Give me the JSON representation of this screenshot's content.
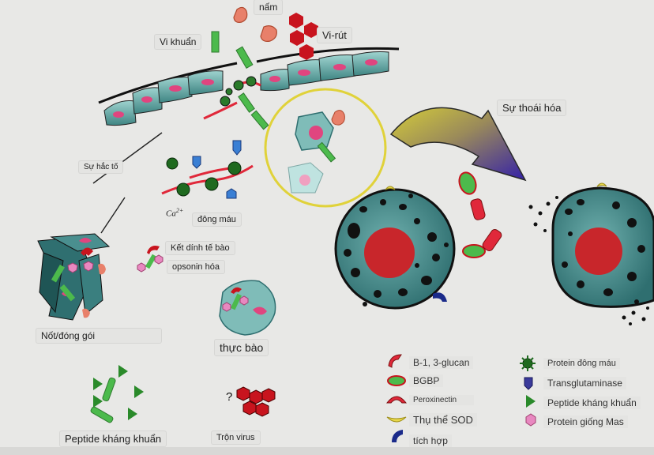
{
  "labels": {
    "fungi": "nấm",
    "bacteria": "Vi khuẩn",
    "virus": "Vi-rút",
    "degradation": "Sự thoái hóa",
    "melanization": "Sự hắc tố",
    "coagulation": "đông máu",
    "calcium": "Ca",
    "calcium_sup": "2+",
    "cell_adhesion": "Kết dính tế bào",
    "opsonization": "opsonin hóa",
    "nodule": "Nốt/đóng gói",
    "phagocytosis": "thực bào",
    "amp": "Peptide kháng khuẩn",
    "virus_mix": "Trộn virus",
    "question_mark": "?"
  },
  "legend": [
    {
      "icon": "glucan-icon",
      "label": "B-1, 3-glucan"
    },
    {
      "icon": "bgbp-icon",
      "label": "BGBP"
    },
    {
      "icon": "peroxinectin-icon",
      "label": "Peroxinectin"
    },
    {
      "icon": "sod-receptor-icon",
      "label": "Thụ thể SOD"
    },
    {
      "icon": "integrin-icon",
      "label": "tích hợp"
    },
    {
      "icon": "clotting-protein-icon",
      "label": "Protein đông máu"
    },
    {
      "icon": "transglutaminase-icon",
      "label": "Transglutaminase"
    },
    {
      "icon": "amp-icon",
      "label": "Peptide kháng khuẩn"
    },
    {
      "icon": "mas-like-protein-icon",
      "label": "Protein giống Mas"
    }
  ],
  "colors": {
    "background": "#e8e8e6",
    "epithelium": "#5a9e9b",
    "nucleus_pink": "#e0457f",
    "hemocyte": "#4a8f8f",
    "hemocyte_nucleus": "#c8262b",
    "granule": "#111111",
    "arrow_start": "#c8c236",
    "arrow_end": "#3d2aa8",
    "ellipse": "#e0d23a",
    "bacteria_green": "#4cba4c",
    "virus_red": "#c8141e",
    "fungi_salmon": "#e8806a",
    "clot_red": "#e0283a",
    "transglutaminase_blue": "#3a7fd4"
  }
}
